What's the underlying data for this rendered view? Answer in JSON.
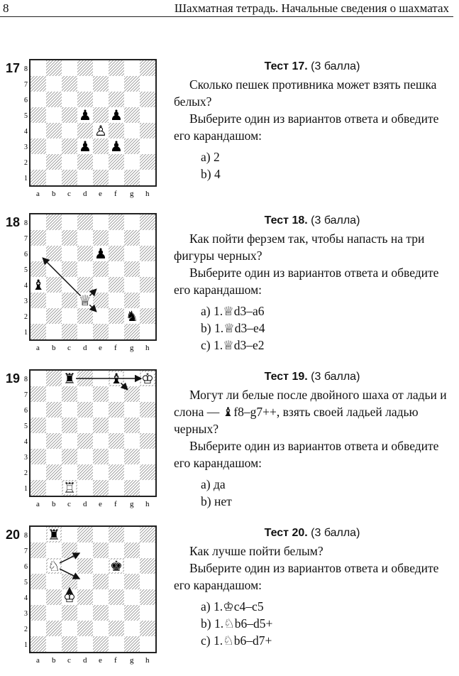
{
  "header": {
    "page_number": "8",
    "title": "Шахматная тетрадь. Начальные сведения о шахматах"
  },
  "files": [
    "a",
    "b",
    "c",
    "d",
    "e",
    "f",
    "g",
    "h"
  ],
  "ranks": [
    "8",
    "7",
    "6",
    "5",
    "4",
    "3",
    "2",
    "1"
  ],
  "tests": [
    {
      "number": "17",
      "title": "Тест 17.",
      "points": "(3 балла)",
      "question": "Сколько пешек противника может взять пешка белых?",
      "instruction": "Выберите один из вариантов ответа и обведите его карандашом:",
      "options": [
        "a) 2",
        "b) 4"
      ],
      "pieces": [
        [
          "d5",
          "♟"
        ],
        [
          "f5",
          "♟"
        ],
        [
          "e4",
          "♙"
        ],
        [
          "d3",
          "♟"
        ],
        [
          "f3",
          "♟"
        ]
      ],
      "arrows": []
    },
    {
      "number": "18",
      "title": "Тест 18.",
      "points": "(3 балла)",
      "question": "Как пойти ферзем так, чтобы напасть на три фигуры черных?",
      "instruction": "Выберите один из вариантов ответа и обведите его карандашом:",
      "options": [
        "a) 1.♕d3–a6",
        "b) 1.♕d3–e4",
        "c) 1.♕d3–e2"
      ],
      "pieces": [
        [
          "e6",
          "♟"
        ],
        [
          "a4",
          "♝"
        ],
        [
          "d3",
          "♕"
        ],
        [
          "g2",
          "♞"
        ]
      ],
      "arrows": [
        [
          "d3",
          "a6"
        ],
        [
          "d3",
          "e4"
        ],
        [
          "d3",
          "e2"
        ]
      ]
    },
    {
      "number": "19",
      "title": "Тест 19.",
      "points": "(3 балла)",
      "question": "Могут ли белые после двойного шаха от ладьи и слона — ♝f8–g7++, взять своей ладьей ладью черных?",
      "instruction": "Выберите один из вариантов ответа и обведите его карандашом:",
      "options": [
        "a) да",
        "b) нет"
      ],
      "pieces": [
        [
          "c8",
          "♜"
        ],
        [
          "f8",
          "♝"
        ],
        [
          "h8",
          "♔"
        ],
        [
          "c1",
          "♖"
        ]
      ],
      "arrows": [
        [
          "c8",
          "h8"
        ],
        [
          "f8",
          "g7"
        ]
      ]
    },
    {
      "number": "20",
      "title": "Тест 20.",
      "points": "(3 балла)",
      "question": "Как лучше пойти белым?",
      "instruction": "Выберите один из вариантов ответа и обведите его карандашом:",
      "options": [
        "a) 1.♔c4–c5",
        "b) 1.♘b6–d5+",
        "c) 1.♘b6–d7+"
      ],
      "pieces": [
        [
          "b8",
          "♜"
        ],
        [
          "b6",
          "♘"
        ],
        [
          "f6",
          "♚"
        ],
        [
          "c4",
          "♔"
        ]
      ],
      "arrows": [
        [
          "b6",
          "d7"
        ],
        [
          "b6",
          "d5"
        ],
        [
          "c4",
          "c5"
        ]
      ]
    }
  ]
}
